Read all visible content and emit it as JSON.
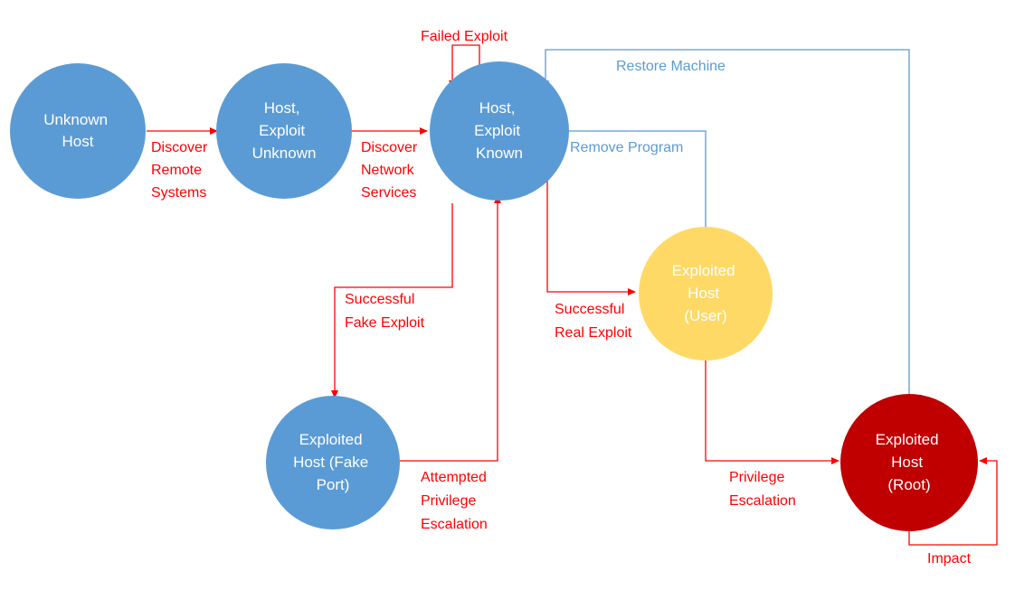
{
  "colors": {
    "node_blue": "#5b9bd5",
    "node_yellow": "#ffd966",
    "node_red": "#c00000",
    "attack_edge": "#ff0000",
    "defense_edge": "#5b9bd5",
    "node_text_dark": "#ffffff"
  },
  "nodes": {
    "unknown_host": [
      "Unknown",
      "Host"
    ],
    "host_exploit_unknown": [
      "Host,",
      "Exploit",
      "Unknown"
    ],
    "host_exploit_known": [
      "Host,",
      "Exploit",
      "Known"
    ],
    "exploited_user": [
      "Exploited",
      "Host",
      "(User)"
    ],
    "exploited_fake": [
      "Exploited",
      "Host (Fake",
      "Port)"
    ],
    "exploited_root": [
      "Exploited",
      "Host",
      "(Root)"
    ]
  },
  "edges": {
    "discover_remote": [
      "Discover",
      "Remote",
      "Systems"
    ],
    "discover_network": [
      "Discover",
      "Network",
      "Services"
    ],
    "failed_exploit": [
      "Failed Exploit"
    ],
    "restore_machine": [
      "Restore Machine"
    ],
    "remove_program": [
      "Remove Program"
    ],
    "successful_fake": [
      "Successful",
      "Fake Exploit"
    ],
    "successful_real": [
      "Successful",
      "Real Exploit"
    ],
    "attempted_priv": [
      "Attempted",
      "Privilege",
      "Escalation"
    ],
    "priv_escalation": [
      "Privilege",
      "Escalation"
    ],
    "impact": [
      "Impact"
    ]
  }
}
